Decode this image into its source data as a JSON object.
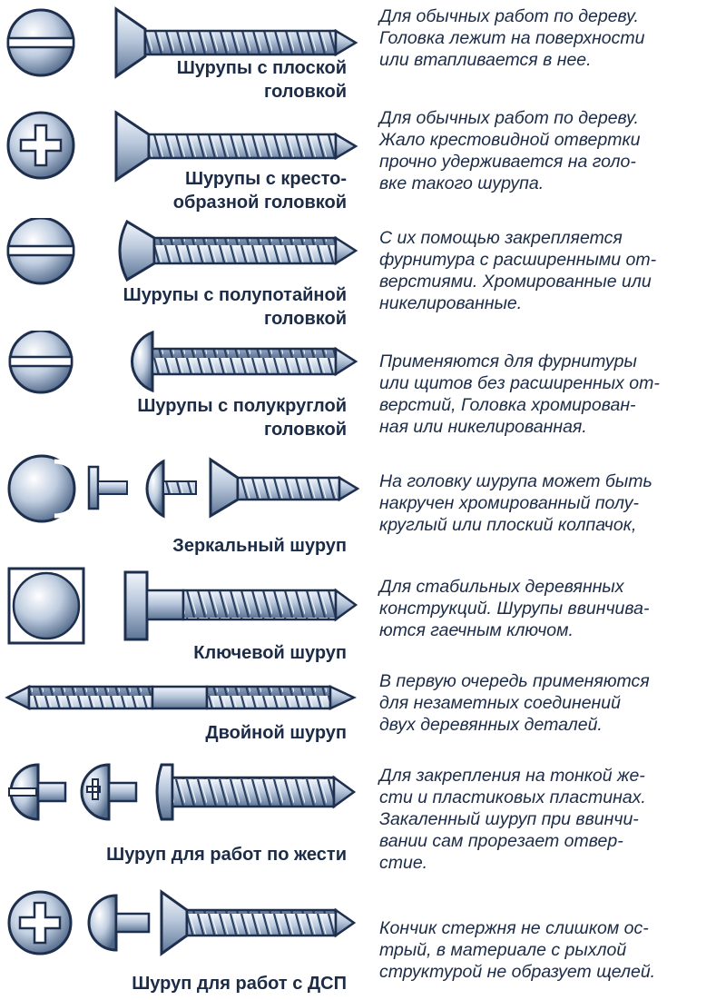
{
  "colors": {
    "text": "#1c2b46",
    "metal_light": "#e8eef6",
    "metal_mid": "#9fb2cc",
    "metal_dark": "#3c5375",
    "outline": "#1e2f4d"
  },
  "rows": [
    {
      "icons": [
        "slot-head-icon",
        "countersunk-slotted-screw-icon"
      ],
      "label": [
        "Шурупы с плоской",
        "головкой"
      ],
      "description": [
        "Для обычных работ по дереву.",
        "Головка лежит на поверхности",
        "или втапливается в нее."
      ]
    },
    {
      "icons": [
        "cross-head-icon",
        "countersunk-cross-screw-icon"
      ],
      "label": [
        "Шурупы с кресто-",
        "образной головкой"
      ],
      "description": [
        "Для обычных работ по дереву.",
        "Жало крестовидной отвертки",
        "прочно удерживается на голо-",
        "вке такого шурупа."
      ]
    },
    {
      "icons": [
        "slot-head-icon",
        "raised-countersunk-screw-icon"
      ],
      "label": [
        "Шурупы с полупотайной",
        "головкой"
      ],
      "description": [
        "С их помощью закрепляется",
        "фурнитура с расширенными от-",
        "верстиями. Хромированные или",
        "никелированные."
      ]
    },
    {
      "icons": [
        "slot-head-icon",
        "round-head-screw-icon"
      ],
      "label": [
        "Шурупы с полукруглой",
        "головкой"
      ],
      "description": [
        "Применяются для фурнитуры",
        "или щитов без расширенных от-",
        "верстий, Головка хромирован-",
        "ная или никелированная."
      ]
    },
    {
      "icons": [
        "mirror-cap-icon",
        "cap-parts-icon",
        "countersunk-screw-icon"
      ],
      "label": [
        "Зеркальный шуруп"
      ],
      "description": [
        "На головку шурупа может быть",
        "накручен хромированный полу-",
        "круглый или плоский колпачок,"
      ]
    },
    {
      "icons": [
        "square-head-icon",
        "lag-screw-icon"
      ],
      "label": [
        "Ключевой шуруп"
      ],
      "description": [
        "Для  стабильных деревянных",
        "конструкций. Шурупы ввинчива-",
        "ются гаечным ключом."
      ]
    },
    {
      "icons": [
        "double-ended-screw-icon"
      ],
      "label": [
        "Двойной шуруп"
      ],
      "description": [
        "В первую очередь применяются",
        "для незаметных соединений",
        "двух деревянных деталей."
      ]
    },
    {
      "icons": [
        "pan-head-icon",
        "pan-head-icon",
        "sheet-metal-screw-icon"
      ],
      "label": [
        "Шуруп для работ по жести"
      ],
      "description": [
        "Для закрепления на тонкой же-",
        "сти и пластиковых пластинах.",
        "Закаленный шуруп при ввинчи-",
        "вании сам прорезает отвер-",
        "стие."
      ]
    },
    {
      "icons": [
        "cross-head-icon",
        "pan-head-icon",
        "chipboard-screw-icon"
      ],
      "label": [
        "Шуруп для работ с ДСП"
      ],
      "description": [
        "Кончик стержня не слишком ос-",
        "трый, в материале с рыхлой",
        "структурой не образует щелей."
      ]
    }
  ]
}
